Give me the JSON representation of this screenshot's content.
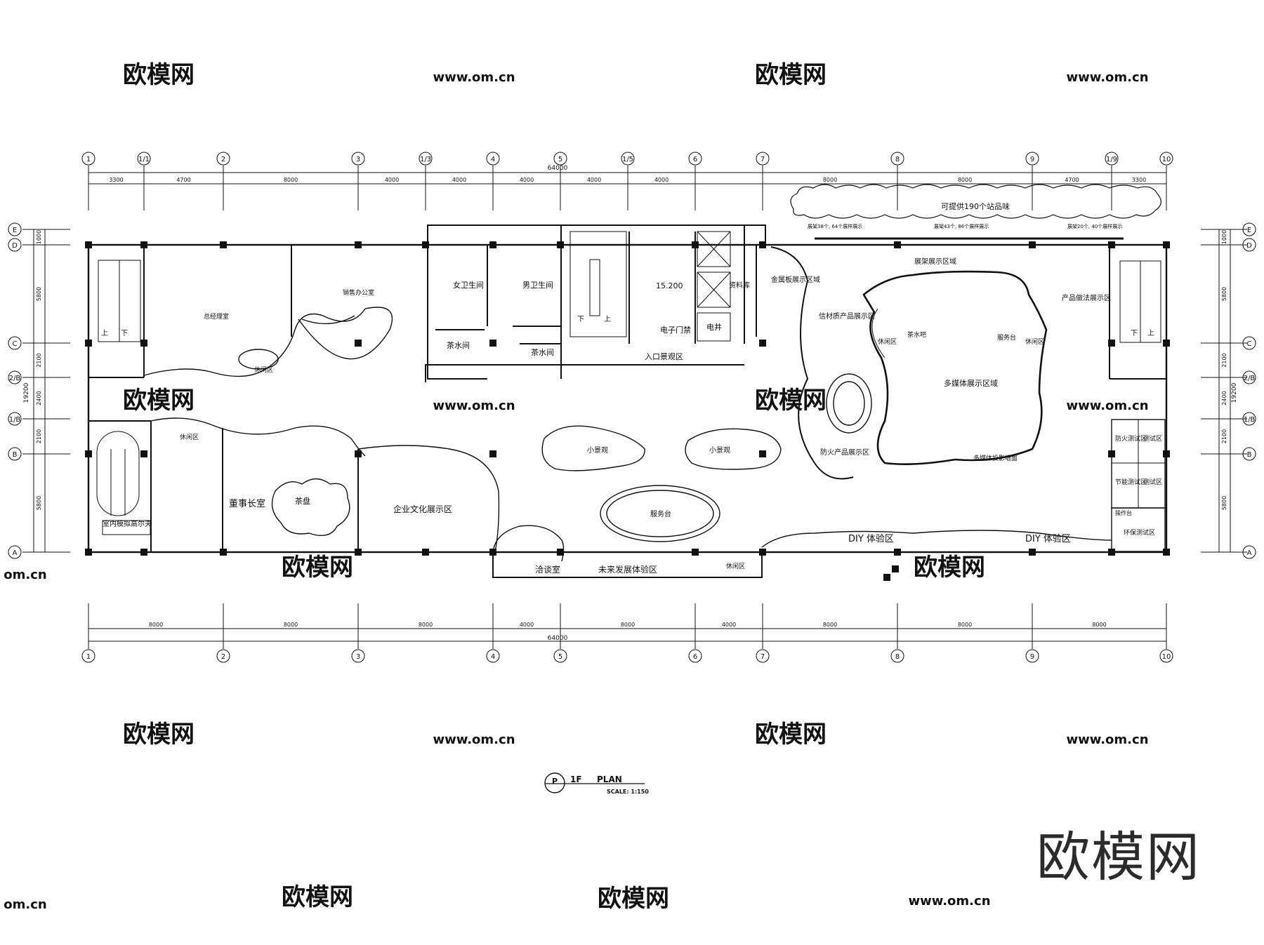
{
  "axes_top": [
    "1",
    "1/1",
    "2",
    "3",
    "1/3",
    "4",
    "5",
    "1/5",
    "6",
    "7",
    "8",
    "9",
    "1/9",
    "10"
  ],
  "axes_bottom": [
    "1",
    "2",
    "3",
    "4",
    "5",
    "6",
    "7",
    "8",
    "9",
    "10"
  ],
  "axes_side": [
    "E",
    "D",
    "C",
    "2/B",
    "1/B",
    "B",
    "A"
  ],
  "dims_top": [
    "3300",
    "4700",
    "8000",
    "4000",
    "4000",
    "4000",
    "4000",
    "4000",
    "8000",
    "8000",
    "4700",
    "3300"
  ],
  "dims_bottom": [
    "8000",
    "8000",
    "8000",
    "4000",
    "8000",
    "4000",
    "8000",
    "8000",
    "8000"
  ],
  "dims_side": [
    "1000",
    "5800",
    "2100",
    "2400",
    "2100",
    "5800"
  ],
  "total_width": "64000",
  "total_height": "19200",
  "rooms": {
    "gm_office": "总经理室",
    "dept_office": "销售办公室",
    "lounge_top_left": "休闲区",
    "female_wc": "女卫生间",
    "male_wc": "男卫生间",
    "tea_room_1": "茶水间",
    "tea_room_2": "茶水间",
    "elevation": "15.200",
    "access_control": "电子门禁",
    "electric_shaft": "电井",
    "entrance_view": "入口景观区",
    "archive": "资料库",
    "metal_display": "金属板展示区域",
    "hang_display": "展架展示区域",
    "product_display": "产品做法展示区",
    "fire_product_display": "信材质产品展示区",
    "lounge_right_1": "休闲区",
    "lounge_right_2": "休闲区",
    "tea_bar": "茶水吧",
    "service_desk_small": "服务台",
    "multimedia_area": "多媒体展示区域",
    "projection_wall": "多媒体投影墙面",
    "fireproof_display": "防火产品展示区",
    "fire_test": "防火测试区",
    "test_1": "测试区",
    "energy_test": "节能测试区",
    "test_2": "测试区",
    "operation_desk": "操作台",
    "env_test": "环保测试区",
    "lounge_left": "休闲区",
    "chairman": "董事长室",
    "tea_table": "茶盘",
    "culture_display": "企业文化展示区",
    "golf": "室内模拟高尔夫",
    "small_view_1": "小景观",
    "small_view_2": "小景观",
    "service_desk": "服务台",
    "negotiation": "洽谈室",
    "future_zone": "未来发展体验区",
    "lounge_bottom": "休闲区",
    "diy_1": "DIY 体验区",
    "diy_2": "DIY 体验区",
    "stair_up_1": "上",
    "stair_down_1": "下",
    "stair_down_2": "下",
    "stair_up_2": "上",
    "stair_down_3": "下",
    "stair_up_3": "上"
  },
  "cloud_note": "可提供190个站品味",
  "cloud_sub": [
    "展架38个, 64个展样展示",
    "展架43个, 86个展样展示",
    "展架20个, 40个展样展示"
  ],
  "title": {
    "circle": "P",
    "floor": "1F",
    "name": "PLAN",
    "scale": "SCALE:  1:150"
  },
  "watermark": {
    "cn": "欧模网",
    "url": "www.om.cn",
    "edge": "om.cn"
  },
  "colors": {
    "line": "#111111",
    "watermark": "#d6d6d6",
    "logo": "#2b2b2b"
  }
}
